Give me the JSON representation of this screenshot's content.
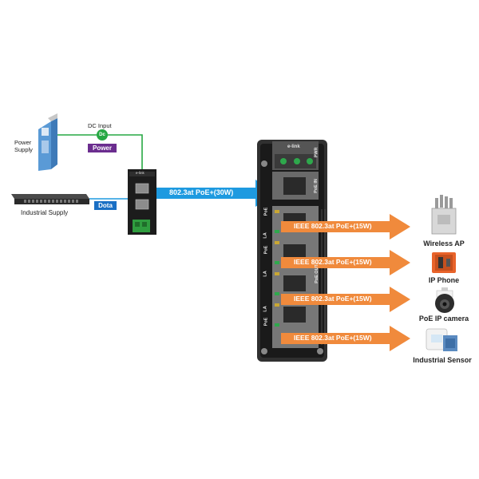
{
  "left": {
    "power_supply_label": "Power\nSupply",
    "dc_input_label": "DC Input",
    "dc_badge": "Dc",
    "power_tag": "Power",
    "industrial_supply_label": "Industrial Supply",
    "data_tag": "Dota",
    "injector_logo": "e-link"
  },
  "trunk": {
    "label": "802.3at PoE+(30W)"
  },
  "switch": {
    "brand": "e-link",
    "top_labels": [
      "PWR",
      "PoE IN",
      "PoE OUT"
    ],
    "port_side_labels": [
      "PoE",
      "LA",
      "PoE",
      "LA",
      "PoE",
      "LA"
    ]
  },
  "outputs": [
    {
      "arrow_label": "IEEE 802.3at PoE+(15W)",
      "device": "Wireless AP"
    },
    {
      "arrow_label": "IEEE 802.3at PoE+(15W)",
      "device": "IP Phone"
    },
    {
      "arrow_label": "IEEE 802.3at PoE+(15W)",
      "device": "PoE IP camera"
    },
    {
      "arrow_label": "IEEE 802.3at PoE+(15W)",
      "device": "Industrial Sensor"
    }
  ],
  "colors": {
    "orange": "#f08a3c",
    "blue": "#1e9ae0",
    "green": "#27a844",
    "purple": "#6b2d8f",
    "data_blue": "#1a6fc4"
  }
}
